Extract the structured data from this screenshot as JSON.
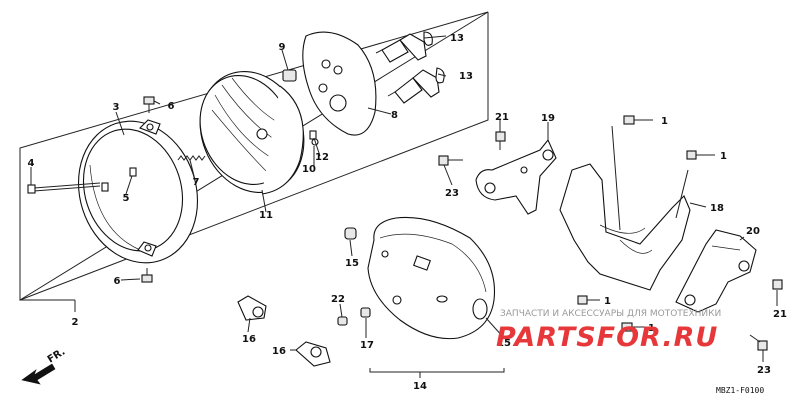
{
  "callouts": {
    "c1a": "1",
    "c1b": "1",
    "c1c": "1",
    "c1d": "1",
    "c2": "2",
    "c3": "3",
    "c4": "4",
    "c5": "5",
    "c6a": "6",
    "c6b": "6",
    "c7": "7",
    "c8": "8",
    "c9": "9",
    "c10": "10",
    "c11": "11",
    "c12": "12",
    "c13a": "13",
    "c13b": "13",
    "c14": "14",
    "c15a": "15",
    "c15b": "15",
    "c16a": "16",
    "c16b": "16",
    "c17": "17",
    "c18": "18",
    "c19": "19",
    "c20": "20",
    "c21a": "21",
    "c21b": "21",
    "c22": "22",
    "c23a": "23",
    "c23b": "23"
  },
  "front_label": "FR.",
  "diagram_code": "MBZ1-F0100",
  "watermark": {
    "tagline": "ЗАПЧАСТИ И АКСЕССУАРЫ ДЛЯ МОТОТЕХНИКИ",
    "brand": "PARTSFOR.RU"
  },
  "colors": {
    "line": "#111111",
    "watermark_brand": "#e6383a",
    "watermark_tagline": "#9a9a9a"
  }
}
